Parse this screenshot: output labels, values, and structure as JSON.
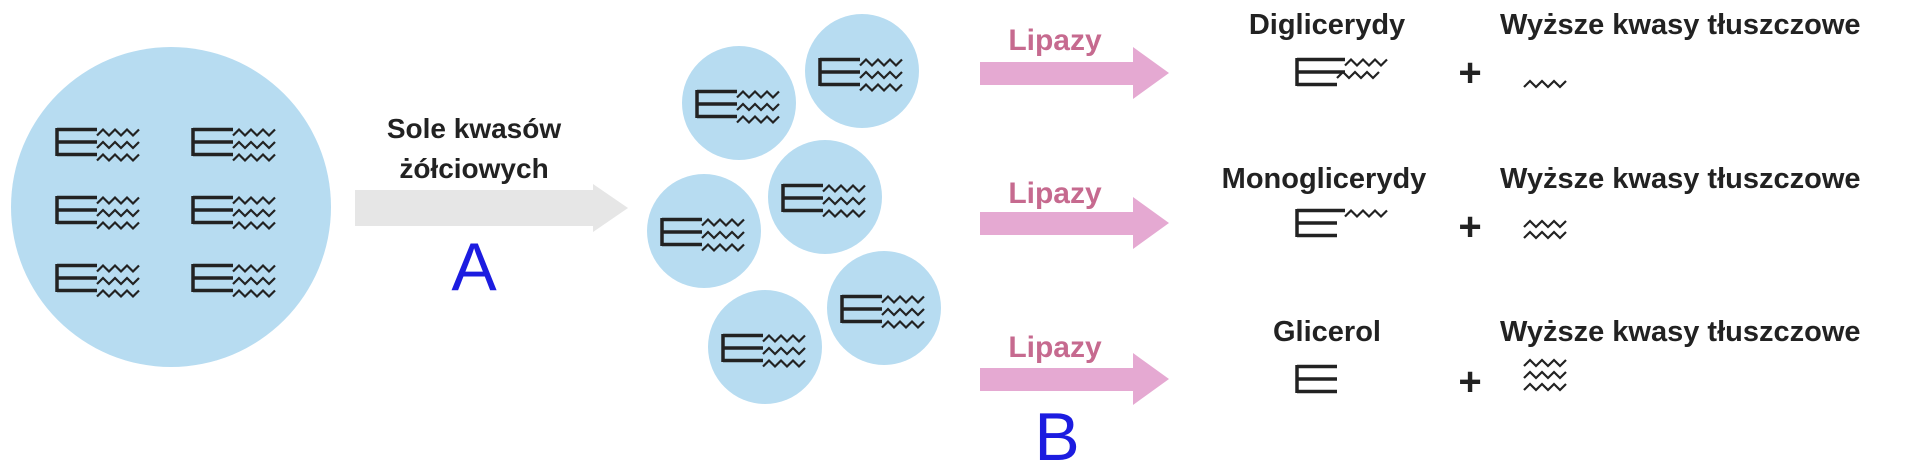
{
  "colors": {
    "droplet": "#b7dcf1",
    "ink": "#222222",
    "gray_arrow": "#e6e6e6",
    "pink_arrow": "#e5a9d2",
    "lipase_text": "#c66a8f",
    "step_letter": "#1c1ce0"
  },
  "step_a": {
    "label_line1": "Sole kwasów",
    "label_line2": "żółciowych",
    "letter": "A"
  },
  "step_b": {
    "letter": "B"
  },
  "reactions": [
    {
      "enzyme": "Lipazy",
      "product": "Diglicerydy",
      "plus": "+",
      "acids": "Wyższe kwasy tłuszczowe"
    },
    {
      "enzyme": "Lipazy",
      "product": "Monoglicerydy",
      "plus": "+",
      "acids": "Wyższe kwasy tłuszczowe"
    },
    {
      "enzyme": "Lipazy",
      "product": "Glicerol",
      "plus": "+",
      "acids": "Wyższe kwasy tłuszczowe"
    }
  ],
  "icons": {
    "large_droplet": "fat-droplet-icon",
    "small_droplet": "micelle-icon",
    "triglyceride": "triglyceride-icon",
    "diglyceride": "diglyceride-icon",
    "monoglyceride": "monoglyceride-icon",
    "glycerol": "glycerol-icon",
    "fatty_acid": "fatty-acid-icon"
  }
}
